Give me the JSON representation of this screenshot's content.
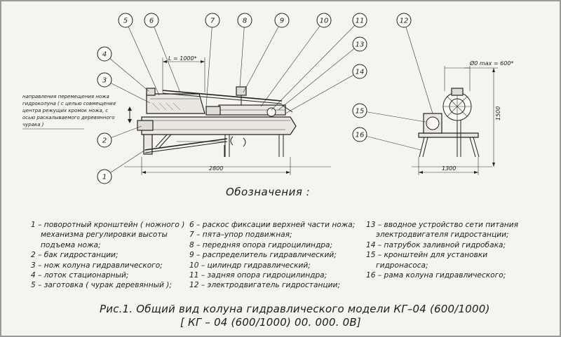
{
  "callouts": [
    "1",
    "2",
    "3",
    "4",
    "5",
    "6",
    "7",
    "8",
    "9",
    "10",
    "11",
    "12",
    "13",
    "14",
    "15",
    "16"
  ],
  "dimensions": {
    "L": "L = 1000*",
    "length": "2800",
    "diameter": "Ø0 max = 600*",
    "height": "1500",
    "width": "1300"
  },
  "annotation": {
    "lines": [
      "направления перемещения ножа",
      "гидроколуна ( с целью совмещения",
      "центра режущих кромок ножа, с",
      "осью раскалываемого деревянного",
      "чурака )"
    ]
  },
  "legend": {
    "heading": "Обозначения :",
    "col1": [
      "1 – поворотный кронштейн ( ножного )",
      "механизма регулировки высоты",
      "подъема ножа;",
      "2 – бак гидростанции;",
      "3 – нож колуна гидравлического;",
      "4 – лоток стационарный;",
      "5 – заготовка ( чурак деревянный );"
    ],
    "col2": [
      "6 – раскос фиксации верхней части ножа;",
      "7 – пята–упор подвижная;",
      "8 – передняя опора гидроцилиндра;",
      "9 – распределитель гидравлический;",
      "10 – цилиндр гидравлический;",
      "11 – задняя опора гидроцилиндра;",
      "12 – электродвигатель гидростанции;"
    ],
    "col3": [
      "13 – вводное устройство сети питания",
      "электродвигателя гидростанции;",
      "14 – патрубок заливной гидробака;",
      "15 – кронштейн для установки",
      "гидронасоса;",
      "16 – рама колуна гидравлического;"
    ]
  },
  "caption": {
    "line1": "Рис.1. Общий вид колуна гидравлического модели КГ–04 (600/1000)",
    "line2": "[ КГ – 04 (600/1000) 00. 000. 0В]"
  }
}
